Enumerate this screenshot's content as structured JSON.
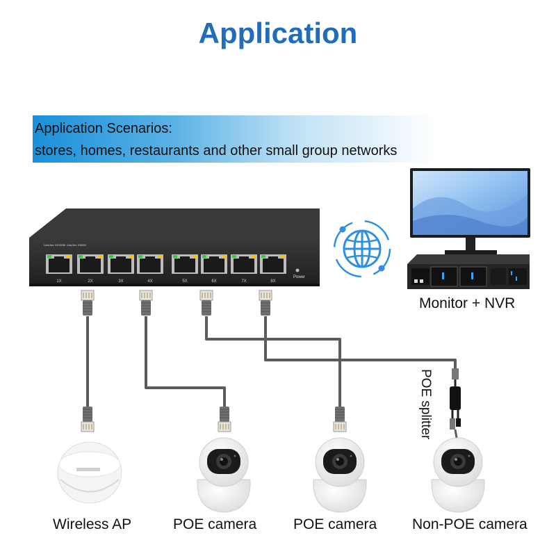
{
  "title": "Application",
  "banner": {
    "line1": "Application Scenarios:",
    "line2": "stores, homes, restaurants and other small group networks"
  },
  "switch": {
    "ports": [
      "1X",
      "2X",
      "3X",
      "4X",
      "5X",
      "6X",
      "7X",
      "8X"
    ],
    "power_label": "Power",
    "led_label_1": "Link/Act 10/100M",
    "led_label_2": "Link/Act 1000M",
    "body_color": "#2b2b2b",
    "led_green": "#2ecc40",
    "led_yellow": "#f2c500"
  },
  "icons": {
    "network": "globe-network-icon",
    "monitor": "monitor-icon",
    "nvr": "nvr-recorder-icon",
    "ap": "wireless-ap-icon",
    "camera": "dome-camera-icon",
    "splitter": "poe-splitter-icon"
  },
  "device_labels": {
    "monitor_nvr": "Monitor + NVR",
    "poe_splitter": "POE splitter",
    "wireless_ap": "Wireless AP",
    "poe_camera_1": "POE camera",
    "poe_camera_2": "POE camera",
    "non_poe_camera": "Non-POE camera"
  },
  "colors": {
    "title": "#1f6dbb",
    "banner_start": "#1a90d9",
    "cable": "#5b5b5b",
    "globe": "#2f8fe0"
  }
}
